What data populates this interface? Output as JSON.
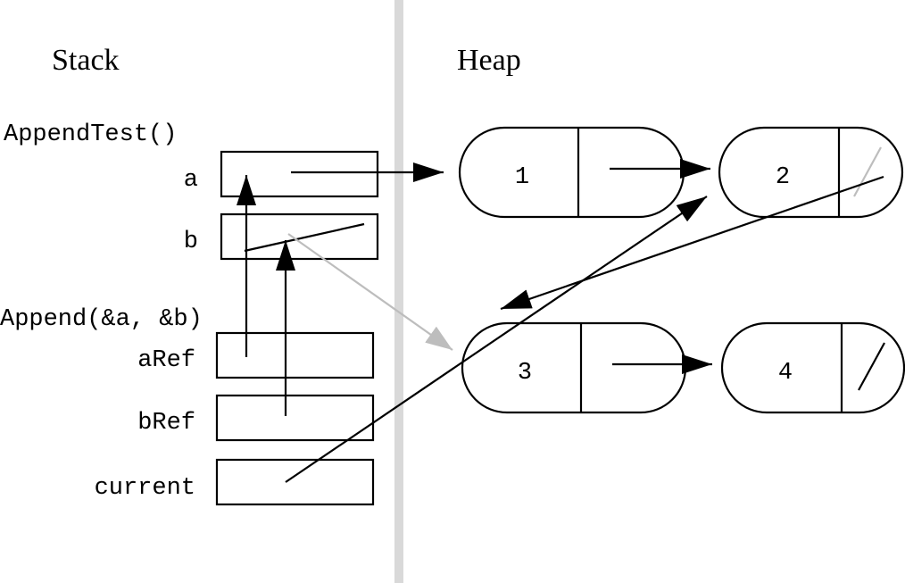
{
  "headings": {
    "stack": "Stack",
    "heap": "Heap"
  },
  "frames": {
    "append_test": "AppendTest()",
    "append": "Append(&a, &b)"
  },
  "variables": {
    "a": "a",
    "b": "b",
    "aRef": "aRef",
    "bRef": "bRef",
    "current": "current"
  },
  "nodes": [
    {
      "value": "1"
    },
    {
      "value": "2"
    },
    {
      "value": "3"
    },
    {
      "value": "4"
    }
  ],
  "colors": {
    "divider": "#d9d9d9",
    "old_pointer": "#bdbdbd",
    "pointer": "#000000"
  }
}
